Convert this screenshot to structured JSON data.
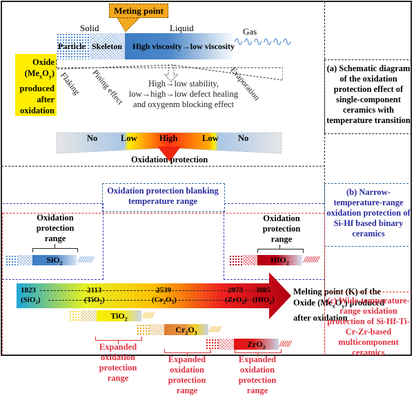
{
  "panel_a": {
    "melting_point_label": "Meting point",
    "phases": {
      "solid": "Solid",
      "liquid": "Liquid",
      "gas": "Gas"
    },
    "solid_segments": [
      "Particle",
      "Skeleton"
    ],
    "liquid_segment": "High viscosity→low viscosity",
    "oxide_box": [
      "Oxide",
      "(MexOy)",
      "produced",
      "after",
      "oxidation"
    ],
    "oxide_formula": {
      "base1": "(Me",
      "sub1": "x",
      "base2": "O",
      "sub2": "y",
      "end": ")"
    },
    "effects": {
      "flaking": "Flaking",
      "pinning": "Pining effect",
      "evaporation": "Evaporation"
    },
    "liquid_effect_lines": [
      "High→low stability,",
      "low→high→low defect healing",
      "and oxygenm blocking effect"
    ],
    "protection_levels": [
      "No",
      "Low",
      "High",
      "Low",
      "No"
    ],
    "protection_title": "Oxidation protection",
    "caption": [
      "(a) Schematic diagram",
      "of the oxidation",
      "protection effect of",
      "single-component",
      "ceramics with",
      "temperature transition"
    ]
  },
  "panel_b": {
    "blanking_label": [
      "Oxidation protection blanking",
      "temperature range"
    ],
    "range_label": [
      "Oxidation",
      "protection",
      "range"
    ],
    "sio2": {
      "base": "SiO",
      "sub": "2"
    },
    "hfo2": {
      "base": "HfO",
      "sub": "2"
    },
    "caption": [
      "(b) Narrow-",
      "temperature-range",
      "oxidation protection of",
      "Si-Hf based binary",
      "ceramics"
    ]
  },
  "axis": {
    "points": [
      {
        "temp": "1823",
        "oxide": "SiO",
        "sub": "2",
        "pre": "(",
        "post": ")"
      },
      {
        "temp": "2113",
        "oxide": "TiO",
        "sub": "2",
        "pre": "(",
        "post": ")"
      },
      {
        "temp": "2539",
        "oxide": "Cr",
        "sub": "2",
        "oxide2": "O",
        "sub2": "3",
        "pre": "(",
        "post": ")"
      },
      {
        "temp": "2973",
        "oxide": "ZrO",
        "sub": "2",
        "pre": "(",
        "post": ")"
      },
      {
        "temp": "3085",
        "oxide": "HfO",
        "sub": "2",
        "pre": "(",
        "post": ")"
      }
    ],
    "title_lines": [
      "Melting point (K) of the",
      "Oxide (MexOy) produced",
      "after oxidation"
    ],
    "title_parts": {
      "line2_a": "Oxide (Me",
      "line2_sub1": "x",
      "line2_b": "O",
      "line2_sub2": "y",
      "line2_c": ") produced"
    }
  },
  "panel_c": {
    "tio2": {
      "base": "TiO",
      "sub": "2"
    },
    "cr2o3": {
      "a": "Cr",
      "s1": "2",
      "b": "O",
      "s2": "3"
    },
    "zro2": {
      "base": "ZrO",
      "sub": "2"
    },
    "expanded_label": [
      "Expanded",
      "oxidation",
      "protection",
      "range"
    ],
    "caption": [
      "(c) Wide-temperature-",
      "range oxidation",
      "protection of Si-Hf-Ti-",
      "Cr-Zr-based",
      "multicomponent",
      "ceramics"
    ]
  },
  "colors": {
    "blue": "#3d7cc4",
    "yellow_box": "#ffee00",
    "orange_callout": "#f4a81c",
    "red": "#e02020",
    "dark_red": "#b00010",
    "blue_text": "#2a2aa0",
    "red_text": "#e03040"
  }
}
